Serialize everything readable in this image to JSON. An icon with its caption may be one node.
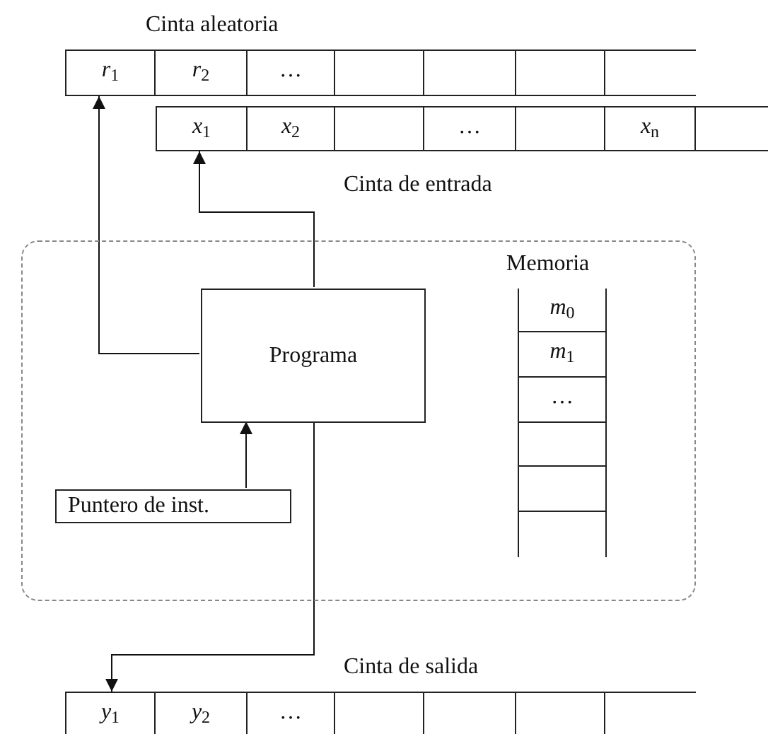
{
  "diagram": {
    "nodes": [
      {
        "text": [
          "Cinta aleatoria"
        ]
      },
      {
        "text": [
          "*r*$_{1}$"
        ],
        "in": 0
      },
      {
        "text": [
          "*r*$_{2}$"
        ],
        "in": 0
      },
      {
        "text": [
          "…"
        ],
        "in": 0
      },
      {
        "text": [],
        "shape": "box",
        "in": 0
      },
      {
        "text": [],
        "shape": "box",
        "in": 0
      },
      {
        "text": [],
        "shape": "box",
        "in": 0
      },
      {
        "text": [],
        "shape": "box",
        "in": 0
      },
      {
        "text": [
          "Cinta de entrada"
        ]
      },
      {
        "text": [
          "*x*$_{1}$"
        ],
        "in": 8
      },
      {
        "text": [
          "*x*$_{2}$"
        ],
        "in": 8
      },
      {
        "text": [],
        "shape": "box",
        "in": 8
      },
      {
        "text": [
          "…"
        ],
        "in": 8
      },
      {
        "text": [],
        "shape": "box",
        "in": 8
      },
      {
        "text": [
          "*x*$_{n}$"
        ],
        "in": 8
      },
      {
        "text": [],
        "shape": "box",
        "in": 8
      },
      {
        "text": [],
        "shape": "box"
      },
      {
        "text": [
          "Programa"
        ],
        "in": 16
      },
      {
        "text": [
          "Memoria"
        ],
        "in": 16
      },
      {
        "text": [
          "*m*$_{0}$"
        ],
        "in": 18
      },
      {
        "text": [
          "*m*$_{1}$"
        ],
        "in": 18
      },
      {
        "text": [
          "…"
        ],
        "in": 18
      },
      {
        "text": [],
        "shape": "box",
        "in": 18
      },
      {
        "text": [],
        "shape": "box",
        "in": 18
      },
      {
        "text": [],
        "shape": "box",
        "in": 18
      },
      {
        "text": [
          "Puntero de inst."
        ],
        "in": 16
      },
      {
        "text": [
          "Cinta de salida"
        ]
      },
      {
        "text": [
          "*y*$_{1}$"
        ],
        "in": 26
      },
      {
        "text": [
          "*y*$_{2}$"
        ],
        "in": 26
      },
      {
        "text": [
          "…"
        ],
        "in": 26
      },
      {
        "text": [],
        "shape": "box",
        "in": 26
      },
      {
        "text": [],
        "shape": "box",
        "in": 26
      },
      {
        "text": [],
        "shape": "box",
        "in": 26
      },
      {
        "text": [],
        "shape": "box",
        "in": 26
      }
    ],
    "edges": [
      {
        "from": 17,
        "to": 1,
        "arrow": "to"
      },
      {
        "from": 17,
        "to": 9,
        "arrow": "to"
      },
      {
        "from": 25,
        "to": 17,
        "arrow": "to"
      },
      {
        "from": 17,
        "to": 27,
        "arrow": "to"
      }
    ]
  }
}
